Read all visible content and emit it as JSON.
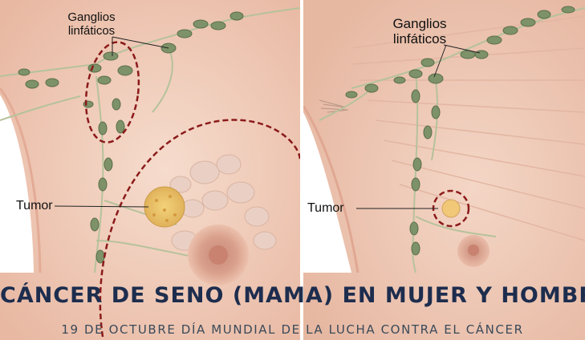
{
  "left_panel": {
    "lymph_label_line1": "Ganglios",
    "lymph_label_line2": "linfáticos",
    "tumor_label": "Tumor"
  },
  "right_panel": {
    "lymph_label_line1": "Ganglios",
    "lymph_label_line2": "linfáticos",
    "tumor_label": "Tumor"
  },
  "title": "CÁNCER DE SENO (MAMA) EN MUJER Y HOMBRE",
  "subtitle": "19 DE OCTUBRE DÍA MUNDIAL DE LA LUCHA CONTRA EL CÁNCER",
  "colors": {
    "skin": "#f2d0c0",
    "node": "#7d9268",
    "outline": "#8b1a1a",
    "title": "#1d2d4e"
  }
}
